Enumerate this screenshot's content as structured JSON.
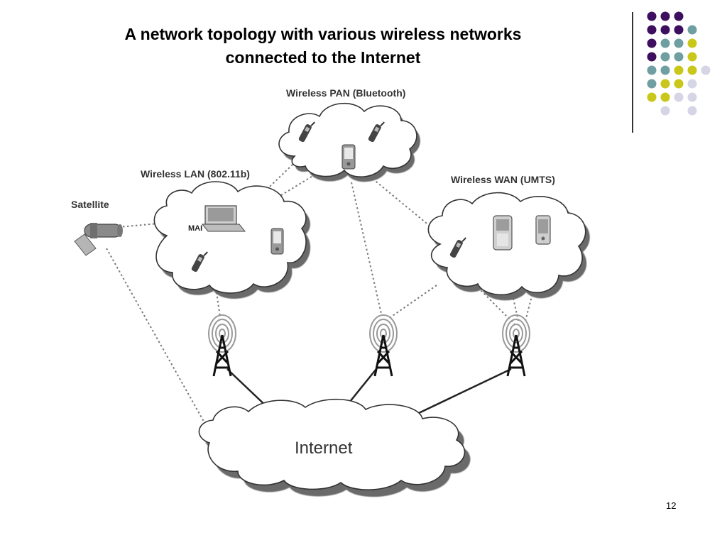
{
  "slide": {
    "title_line1": "A network topology with various wireless networks",
    "title_line2": "connected to the Internet",
    "page_number": "12"
  },
  "diagram": {
    "labels": {
      "pan": "Wireless PAN (Bluetooth)",
      "lan": "Wireless LAN (802.11b)",
      "wan": "Wireless WAN (UMTS)",
      "satellite": "Satellite",
      "lan_fragment": "MAI",
      "internet": "Internet"
    }
  },
  "colors": {
    "dot_purple": "#3d0f5e",
    "dot_teal": "#6f9fa1",
    "dot_yellow": "#c9c71a",
    "dot_lavender": "#d5d5e6",
    "cloud_fill": "#ffffff",
    "cloud_shadow": "#6a6a6a",
    "link_line": "#7a7a7a"
  }
}
